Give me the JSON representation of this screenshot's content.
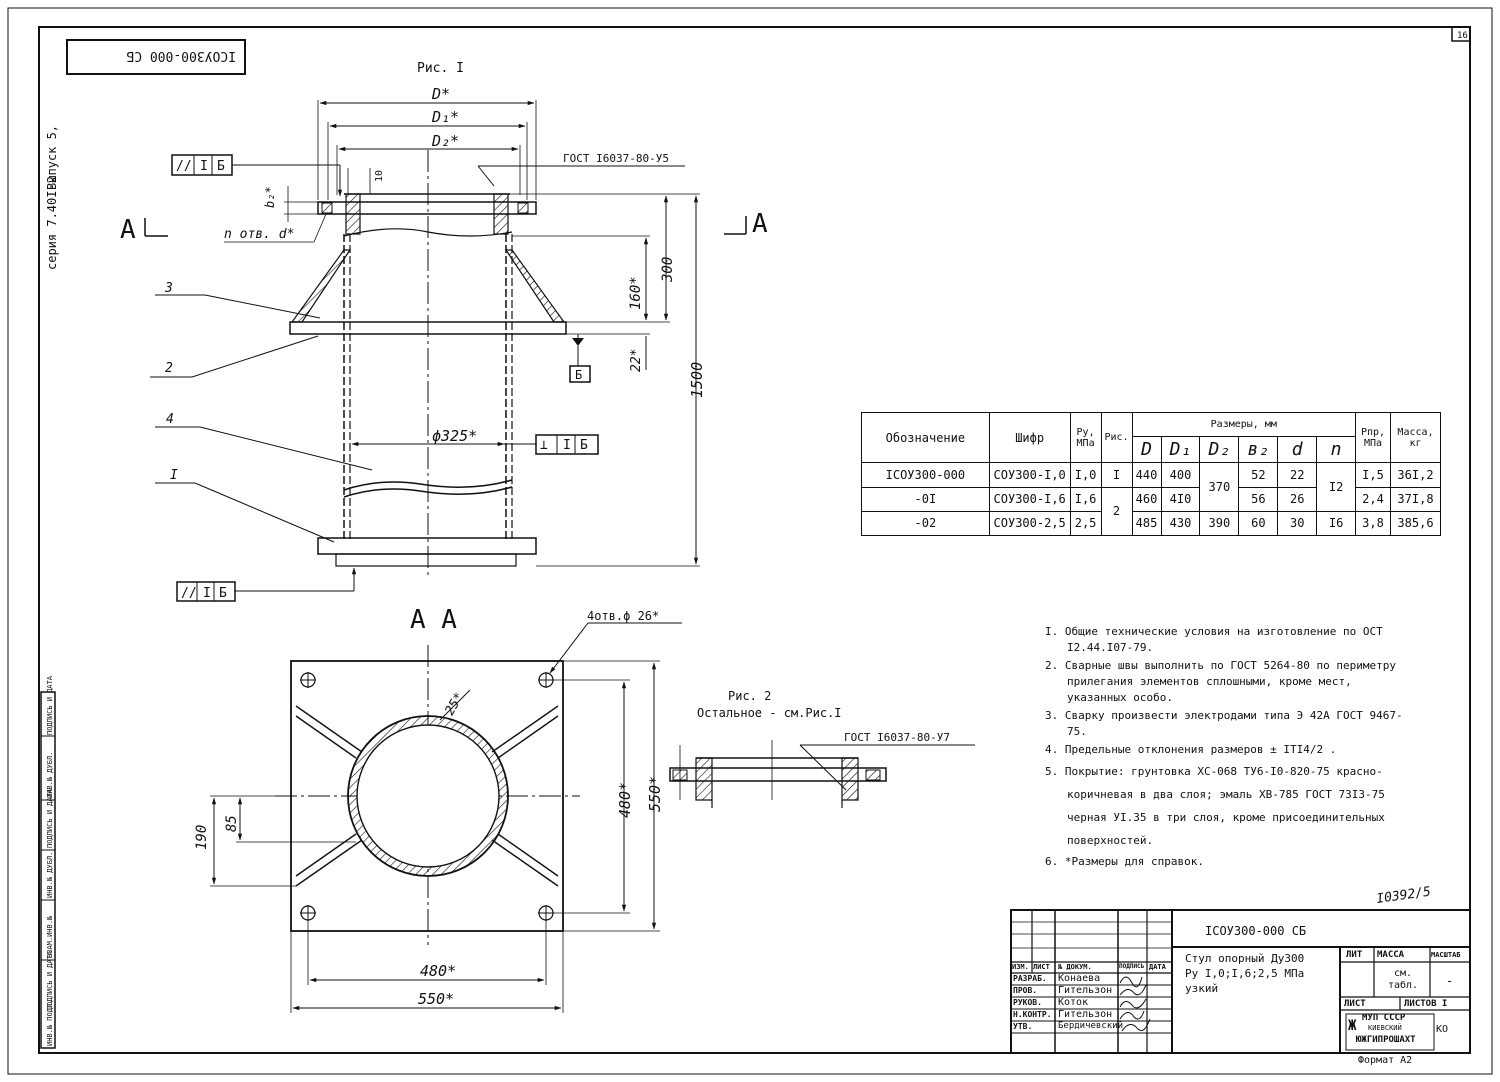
{
  "sheet": {
    "page_number": "16",
    "designation_stamp": "IСОУ300-000 СБ",
    "series": "серия 7.40I-2",
    "issue": "Выпуск 5,",
    "inventory_number": "I0392/5",
    "format": "Формат А2",
    "left_stamp_cols": [
      "ИНВ.№ ПОДЛ.",
      "ПОДПИСЬ И ДАТА",
      "ВЗАМ.ИНВ.№",
      "ИНВ.№ ДУБЛ.",
      "ПОДПИСЬ И ДАТА",
      "ИНВ.№ ДУБЛ.",
      "ПОДПИСЬ И ДАТА"
    ]
  },
  "fig1": {
    "title": "Рис. I",
    "dim_D": "D*",
    "dim_D1": "D₁*",
    "dim_D2": "D₂*",
    "dim_10": "10",
    "dim_b2": "b₂*",
    "holes_label": "n отв. d*",
    "gost_label": "ГОСТ I6037-80-У5",
    "section_left": "A",
    "section_right": "A",
    "tol_top": [
      "//",
      "I",
      "Б"
    ],
    "tol_mid": [
      "⊥",
      "I",
      "Б"
    ],
    "tol_bottom": [
      "//",
      "I",
      "Б"
    ],
    "datum_B": "Б",
    "pipe_dia": "ϕ325*",
    "dim_300": "300",
    "dim_160": "160*",
    "dim_22": "22*",
    "dim_1500": "1500",
    "leaders": [
      "3",
      "2",
      "4",
      "I"
    ]
  },
  "section_aa": {
    "title": "А А",
    "holes_label": "4отв.ϕ 26*",
    "angle": "25*",
    "dim_480_h": "480*",
    "dim_550_h": "550*",
    "dim_480_v": "480*",
    "dim_550_v": "550*",
    "dim_190": "190",
    "dim_85": "85"
  },
  "fig2": {
    "title": "Рис. 2",
    "subtitle": "Остальное - см.Рис.I",
    "gost_label": "ГОСТ I6037-80-У7"
  },
  "spec_table": {
    "headers": {
      "designation": "Обозначение",
      "code": "Шифр",
      "py": "Ру, МПа",
      "fig": "Рис.",
      "sizes": "Размеры, мм",
      "D": "D",
      "D1": "D₁",
      "D2": "D₂",
      "b2": "в₂",
      "d": "d",
      "n": "n",
      "ppr": "Рпр, МПа",
      "mass": "Масса, кг"
    },
    "rows": [
      {
        "designation": "IСОУ300-000",
        "code": "СОУ300-I,0",
        "py": "I,0",
        "fig": "I",
        "D": "440",
        "D1": "400",
        "D2": "370",
        "b2": "52",
        "d": "22",
        "n": "I2",
        "ppr": "I,5",
        "mass": "36I,2"
      },
      {
        "designation": "-0I",
        "code": "СОУ300-I,6",
        "py": "I,6",
        "fig": "2",
        "D": "460",
        "D1": "4I0",
        "D2": "",
        "b2": "56",
        "d": "26",
        "n": "",
        "ppr": "2,4",
        "mass": "37I,8"
      },
      {
        "designation": "-02",
        "code": "СОУ300-2,5",
        "py": "2,5",
        "fig": "",
        "D": "485",
        "D1": "430",
        "D2": "390",
        "b2": "60",
        "d": "30",
        "n": "I6",
        "ppr": "3,8",
        "mass": "385,6"
      }
    ]
  },
  "notes": [
    "I. Общие технические условия на изготовление по ОСТ I2.44.I07-79.",
    "2. Сварные швы выполнить по ГОСТ 5264-80 по периметру прилегания элементов сплошными, кроме мест, указанных особо.",
    "3. Сварку произвести электродами типа Э 42А ГОСТ 9467-75.",
    "4. Предельные отклонения размеров ± IТI4/2 .",
    "5. Покрытие: грунтовка ХС-068 ТУ6-I0-820-75 красно-коричневая в два слоя; эмаль ХВ-785 ГОСТ 73I3-75 черная УI.35 в три слоя, кроме присоединительных поверхностей.",
    "6. *Размеры для справок."
  ],
  "title_block": {
    "document_code": "IСОУ300-000 СБ",
    "name": "Стул опорный Ду300",
    "name_line2": "Ру I,0;I,6;2,5 МПа",
    "name_line3": "узкий",
    "col_headers": [
      "ИЗМ.",
      "ЛИСТ",
      "№ ДОКУМ.",
      "ПОДПИСЬ",
      "ДАТА"
    ],
    "roles": [
      {
        "role": "РАЗРАБ.",
        "name": "Конаева"
      },
      {
        "role": "ПРОВ.",
        "name": "Гительзон"
      },
      {
        "role": "РУКОВ.",
        "name": "Коток"
      },
      {
        "role": "Н.КОНТР.",
        "name": "Гительзон"
      },
      {
        "role": "УТВ.",
        "name": "Бердичевский"
      }
    ],
    "lit_label": "ЛИТ",
    "mass_label": "МАССА",
    "scale_label": "МАСШТАБ",
    "mass_value": "см. табл.",
    "scale_value": "-",
    "sheet_label": "ЛИСТ",
    "sheets_label": "ЛИСТОВ I",
    "org_line1": "МУП СССР",
    "org_line2": "КИЕВСКИЙ",
    "org_line3": "ЮЖГИПРОШАХТ",
    "org_suffix": "КО"
  }
}
